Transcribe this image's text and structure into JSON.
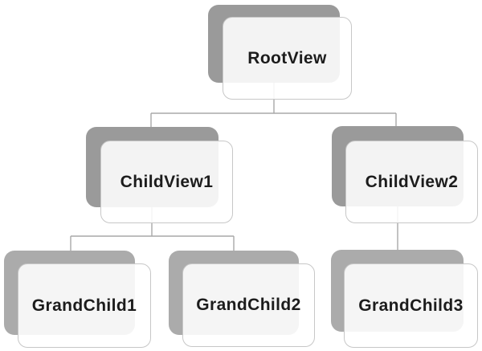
{
  "diagram": {
    "kind": "hierarchy",
    "background_color": "#ffffff",
    "connector_color": "#a8a8a8",
    "card_border_color": "#c7c7c7",
    "card_fill_color": "#f4f4f4",
    "text_color": "#1c1c1c",
    "shadow_color_upper_levels": "#9a9a9a",
    "shadow_color_grandchild_level": "#ababab",
    "nodes": [
      {
        "id": "rootview",
        "label": "RootView",
        "level": 0,
        "parent": null
      },
      {
        "id": "childview1",
        "label": "ChildView1",
        "level": 1,
        "parent": "rootview"
      },
      {
        "id": "childview2",
        "label": "ChildView2",
        "level": 1,
        "parent": "rootview"
      },
      {
        "id": "grandchild1",
        "label": "GrandChild1",
        "level": 2,
        "parent": "childview1"
      },
      {
        "id": "grandchild2",
        "label": "GrandChild2",
        "level": 2,
        "parent": "childview1"
      },
      {
        "id": "grandchild3",
        "label": "GrandChild3",
        "level": 2,
        "parent": "childview2"
      }
    ],
    "edges": [
      [
        "rootview",
        "childview1"
      ],
      [
        "rootview",
        "childview2"
      ],
      [
        "childview1",
        "grandchild1"
      ],
      [
        "childview1",
        "grandchild2"
      ],
      [
        "childview2",
        "grandchild3"
      ]
    ]
  }
}
